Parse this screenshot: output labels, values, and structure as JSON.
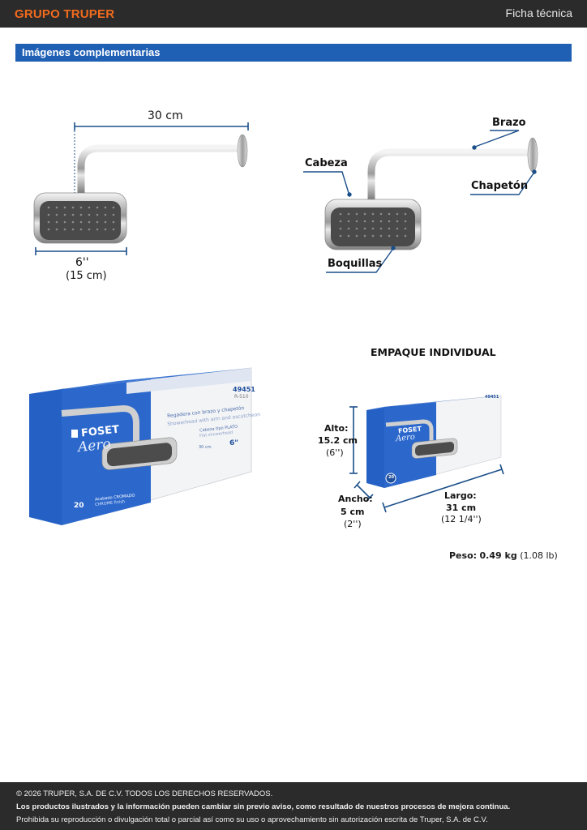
{
  "header": {
    "brand": "GRUPO TRUPER",
    "doc_type": "Ficha técnica"
  },
  "section": {
    "title": "Imágenes complementarias"
  },
  "figure1": {
    "length": "30 cm",
    "width_in": "6''",
    "width_cm": "(15 cm)"
  },
  "figure2": {
    "brazo": "Brazo",
    "cabeza": "Cabeza",
    "chapeton": "Chapetón",
    "boquillas": "Boquillas"
  },
  "box_photo": {
    "code": "49451",
    "model": "R-510",
    "brand": "FOSET",
    "line": "Aero",
    "desc_es": "Regadera con brazo y chapetón",
    "desc_en": "Showerhead with arm and escutcheon",
    "head_es": "Cabeza tipo PLATO",
    "head_en": "Flat showerhead",
    "finish_es": "Acabado CROMADO",
    "finish_en": "CHROME finish",
    "years": "20",
    "dim_cm": "30 cm",
    "dim_in": "6\""
  },
  "packaging": {
    "title": "EMPAQUE INDIVIDUAL",
    "alto_label": "Alto:",
    "alto_cm": "15.2 cm",
    "alto_in": "(6'')",
    "ancho_label": "Ancho:",
    "ancho_cm": "5 cm",
    "ancho_in": "(2'')",
    "largo_label": "Largo:",
    "largo_cm": "31 cm",
    "largo_in": "(12 1/4'')",
    "peso_label": "Peso:",
    "peso_kg": "0.49 kg",
    "peso_lb": "(1.08 lb)"
  },
  "footer": {
    "copyright": "© 2026 TRUPER, S.A. DE C.V. TODOS LOS DERECHOS RESERVADOS.",
    "notice": "Los productos ilustrados y la información pueden cambiar sin previo aviso, como resultado de nuestros procesos de mejora continua.",
    "prohibition": "Prohibida su reproducción o divulgación total o parcial así como su uso o aprovechamiento sin autorización escrita de Truper, S.A. de C.V."
  },
  "colors": {
    "brand_orange": "#f26b1d",
    "section_blue": "#1f5fb4",
    "dim_line_blue": "#1b4f8a",
    "dark_bar": "#2b2b2b"
  }
}
